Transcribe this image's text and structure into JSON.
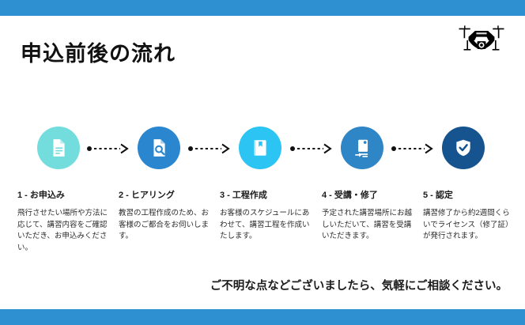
{
  "slide": {
    "title": "申込前後の流れ",
    "footnote": "ご不明な点などございましたら、気軽にご相談ください。",
    "logo_icon": "drone-icon",
    "colors": {
      "bar": "#2E90D0",
      "step1": "#73DDDD",
      "step2": "#2B86D0",
      "step3": "#2BC4F3",
      "step4": "#2E86C7",
      "step5": "#15548F",
      "arrow": "#111111",
      "title_text": "#111111",
      "body_text": "#2A2A2A"
    }
  },
  "steps": [
    {
      "number": "1",
      "heading": "1 - お申込み",
      "body": "飛行させたい場所や方法に応じて、講習内容をご確認いただき、お申込みください。",
      "icon": "document-icon",
      "color": "#73DDDD"
    },
    {
      "number": "2",
      "heading": "2 - ヒアリング",
      "body": "教習の工程作成のため、お客様のご都合をお伺いします。",
      "icon": "document-search-icon",
      "color": "#2B86D0"
    },
    {
      "number": "3",
      "heading": "3 - 工程作成",
      "body": "お客様のスケジュールにあわせて、講習工程を作成いたします。",
      "icon": "bookmark-book-icon",
      "color": "#2BC4F3"
    },
    {
      "number": "4",
      "heading": "4 - 受講・修了",
      "body": "予定された講習場所にお越しいただいて、講習を受講いただきます。",
      "icon": "tablet-device-icon",
      "color": "#2E86C7"
    },
    {
      "number": "5",
      "heading": "5 - 認定",
      "body": "講習修了から約2週間くらいでライセンス（修了証）が発行されます。",
      "icon": "shield-check-icon",
      "color": "#15548F"
    }
  ],
  "arrows": [
    {
      "name": "arrow-1-to-2"
    },
    {
      "name": "arrow-2-to-3"
    },
    {
      "name": "arrow-3-to-4"
    },
    {
      "name": "arrow-4-to-5"
    }
  ]
}
